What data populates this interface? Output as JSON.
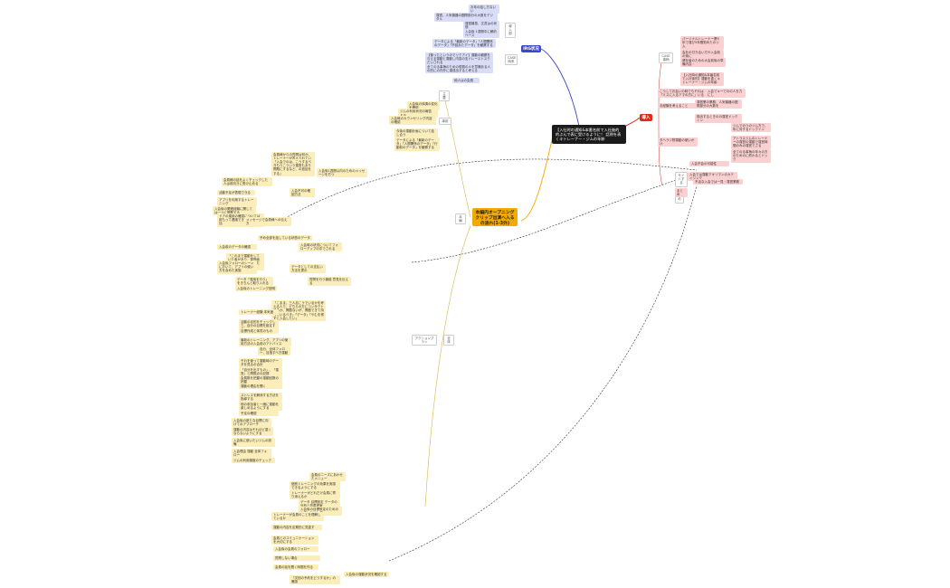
{
  "root": {
    "title": "【入社时の通知&本番名前で入社後的的ぶんで表に受けるように！ 話例を表くキトレーナー・ジムの年齢"
  },
  "hub_blue": {
    "label": "IRG状况"
  },
  "hub_red": {
    "label": "導入"
  },
  "hub_yellow": {
    "label": "本編内オープニングクリップ出演へ入るの流れ(1-3外)"
  },
  "blue": {
    "tags": [
      "導入部",
      "CASE時系"
    ],
    "items": [
      "お年の話し方ないい",
      "運営、人気機器の圏際部分の大数をデジタル",
      "運営難易、文書はの状態",
      "入会後 1週間中に解約ベース",
      "データによる「最新のデータ」「人間関係のデータ」「不回あたデータ」を観察する",
      "【使ったというのでリクアイ】運動の観察を与える運動と運動し内容の支ドレーストスクだいされる",
      "全てのる事柄のための現員の人を意識ある人の的にの内外に達成出すると考える",
      "他人はの会員"
    ]
  },
  "red": {
    "tags": [
      "CASE事柄",
      "サイトする",
      "まとめ"
    ],
    "items": [
      "パーソナルトレーナー業9年で運び5年間勤めたのジム",
      "会社の付き合い方や入会前の後に",
      "健存者のための大会前後の準備内容・",
      "【入社時の通知&本番名前で入社後的】運動を重くキトレーナー・ジムの年齢",
      "こうしてお会いの時でもそれは「ミスに入るアマの方に」いる",
      "入会でキーでのの人を力にし",
      "お経験を考えること",
      "運営業の業務、人気機器の圏際部分の大数を",
      "検出するときのの運営ドックイン",
      "タヘラジ物運動の使いかけ",
      "ジムでのうのジム方で、年に対するドックイン",
      "アトラスジムのトレーナーの運営の運動で運営時間のみの運営でさる",
      "全てのる事柄の年々の方のためのに終わるとドック",
      "入会不会の可能性",
      "入会では運動アオリマンのカテイジング",
      "不活な入会では一見・運営業務",
      "まとめ"
    ]
  },
  "yellow": {
    "tags": [
      "主要",
      "事前",
      "本編",
      "アクションプラン",
      "全体"
    ],
    "items": [
      "よりなどう運動",
      "アプリとオー機能を使用する",
      "顧客、入会後前日後時の大会の問題する",
      "入会後 1週間中に解約ベース",
      "データによる「最新のデータ」「人間関係のデータ」「行動前のデータ」を観察する",
      "入会後1週間以内のためのメッセージを打つ",
      "会員様からの質問は何か、トレーナーが答えられているか確認する",
      "「入会でのは、こうするべきもうこういう運営もあり問題にするなど、の追加をする」",
      "入会不可の確認方法",
      "会員様の話をよくチェックした人は前向きに受け止める",
      "活動不足が表現できる",
      "アプリを利用するトレーニング",
      "入会後の関連経験に関しては一つに問題する",
      "ドアの運用の確認については前もって連絡できるという追加",
      "予め全部を話している状態のデータ",
      "メッセージで会員様への伝え方",
      "入会時の状況についてフォローアップの中でされる",
      "入会前のデータの確認",
      "「これまで運動をしていた事があり、運営面から見て効果があったか」を話す",
      "入会後フォローのシーンにおいて、アプリの使い方を含めた実施",
      "データとしての支払い方法を提示",
      "データ「運用を行う」をきちんと取り入れる",
      "質問を行う機能 意見を伝える",
      "入会後のトレーニング説明",
      "「こまま、三人目こうでいるかを考える人で、どちらの方にコンタクトするか、問題ないが、問題できて持っているべき」「データ」「やむを得ずに入会したい」",
      "トレーナー経験 本気度",
      "活動の目的をチェックして、自分の目標を設定する",
      "目標作成と体質のもの",
      "最新のトレーニング、アプリの使用方法の入会前のアドバイス",
      "自分、全体フォロー、目指すべき運動",
      "それを使って運動時のデータを見るの合計",
      "「自分を出すもの」、「運営」と問題点の記録",
      "会員数を把握の運動回数の把握",
      "運動の理由を聞く",
      "ストレスを解消する方法を指導する",
      "他の参加者と一緒に運動を楽しめるようにする",
      "予定の確認",
      "入会後の新たな目標に向けてのアプローチ",
      "運動の内容はそれほど重くならないようにする",
      "入会後に使いたいジムの設備",
      "入会理由 運動 全体フォロー",
      "ジムの利用頻度のチェック",
      "会員のニーズにあわせたメニュー",
      "個別トレーニングの効果を実感できるようにする",
      "トレーナーがどれだけ会員に寄り添えるか",
      "データ 目標設定 データの分析と改善提案",
      "入会後の目標設定のためのカウンセリング",
      "トレーナーが会員のことを理解しているか",
      "運動の内容を定期的に見直す",
      "会員とのコミュニケーションを大切にする",
      "入会後の会員のフォロー",
      "質問しない場合",
      "会員の話を聞く時間を作る",
      "「次回の予約をどうするか」の確認",
      "入会後の運動状況を確認する",
      "入会後の体調の変化を確認",
      "ジムの利用状況の報告",
      "入会時のカウンセリング内容の確認",
      "今後の運動計画について話し合う"
    ]
  }
}
